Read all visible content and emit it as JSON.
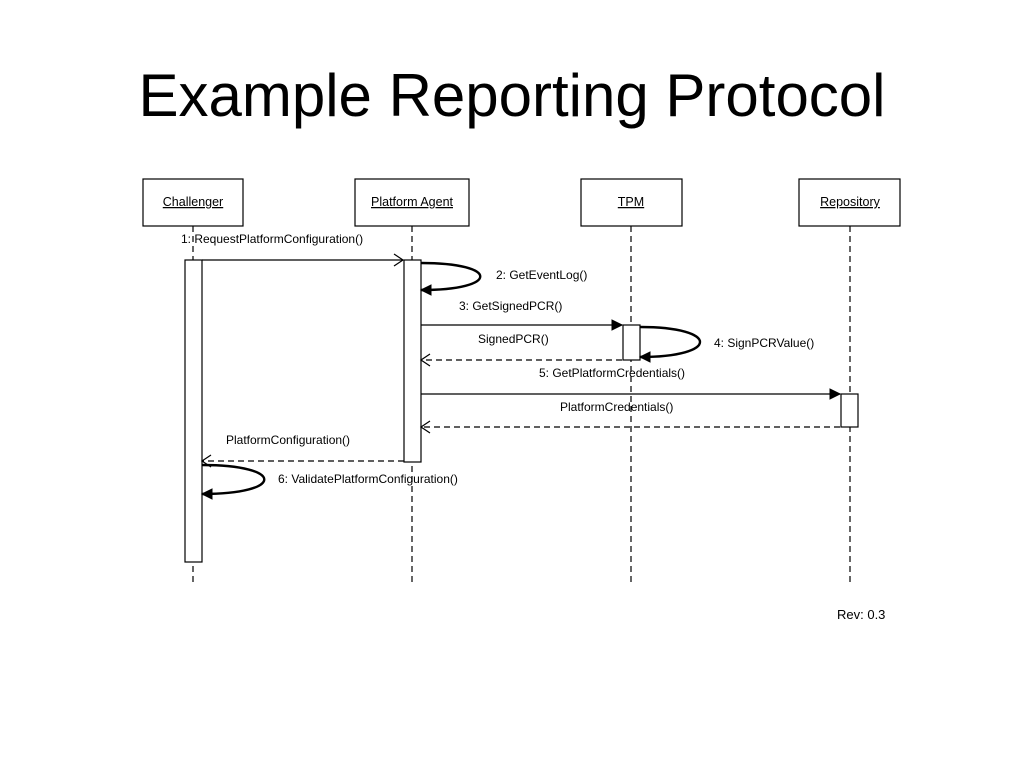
{
  "slide": {
    "title": "Example Reporting Protocol",
    "revision": "Rev: 0.3"
  },
  "diagram": {
    "participants": [
      {
        "id": "challenger",
        "label": "Challenger"
      },
      {
        "id": "agent",
        "label": "Platform Agent"
      },
      {
        "id": "tpm",
        "label": "TPM"
      },
      {
        "id": "repo",
        "label": "Repository"
      }
    ],
    "messages": [
      {
        "id": "m1",
        "label": "1: RequestPlatformConfiguration()",
        "from": "Challenger",
        "to": "Platform Agent",
        "kind": "call"
      },
      {
        "id": "m2",
        "label": "2: GetEventLog()",
        "from": "Platform Agent",
        "to": "Platform Agent",
        "kind": "self"
      },
      {
        "id": "m3",
        "label": "3: GetSignedPCR()",
        "from": "Platform Agent",
        "to": "TPM",
        "kind": "call"
      },
      {
        "id": "m4",
        "label": "4: SignPCRValue()",
        "from": "TPM",
        "to": "TPM",
        "kind": "self"
      },
      {
        "id": "m5",
        "label": "SignedPCR()",
        "from": "TPM",
        "to": "Platform Agent",
        "kind": "return"
      },
      {
        "id": "m6",
        "label": "5: GetPlatformCredentials()",
        "from": "Platform Agent",
        "to": "Repository",
        "kind": "call"
      },
      {
        "id": "m7",
        "label": "PlatformCredentials()",
        "from": "Repository",
        "to": "Platform Agent",
        "kind": "return"
      },
      {
        "id": "m8",
        "label": "PlatformConfiguration()",
        "from": "Platform Agent",
        "to": "Challenger",
        "kind": "return"
      },
      {
        "id": "m9",
        "label": "6: ValidatePlatformConfiguration()",
        "from": "Challenger",
        "to": "Challenger",
        "kind": "self"
      }
    ]
  }
}
